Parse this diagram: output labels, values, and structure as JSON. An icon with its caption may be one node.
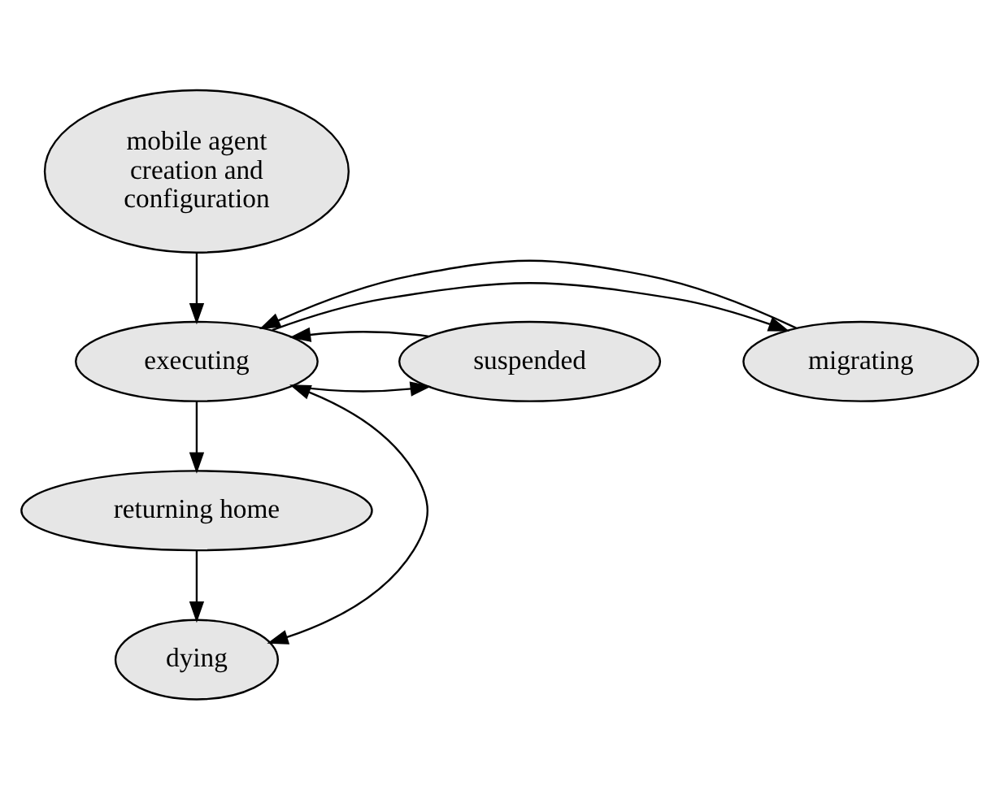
{
  "diagram": {
    "nodes": [
      {
        "text": [
          "mobile agent creation and configuration"
        ]
      },
      {
        "text": [
          "migrating"
        ]
      },
      {
        "text": [
          "executing"
        ]
      },
      {
        "text": [
          "suspended"
        ]
      },
      {
        "text": [
          "returning home"
        ]
      },
      {
        "text": [
          "dying"
        ]
      }
    ],
    "edges": [
      {
        "from": 0,
        "to": 2,
        "arrow": "to"
      },
      {
        "from": 2,
        "to": 1,
        "arrow": "to"
      },
      {
        "from": 1,
        "to": 2,
        "arrow": "to"
      },
      {
        "from": 2,
        "to": 3,
        "arrow": "to"
      },
      {
        "from": 3,
        "to": 2,
        "arrow": "to"
      },
      {
        "from": 2,
        "to": 4,
        "arrow": "to"
      },
      {
        "from": 4,
        "to": 5,
        "arrow": "to"
      },
      {
        "from": 2,
        "to": 5,
        "arrow": "both"
      }
    ]
  }
}
